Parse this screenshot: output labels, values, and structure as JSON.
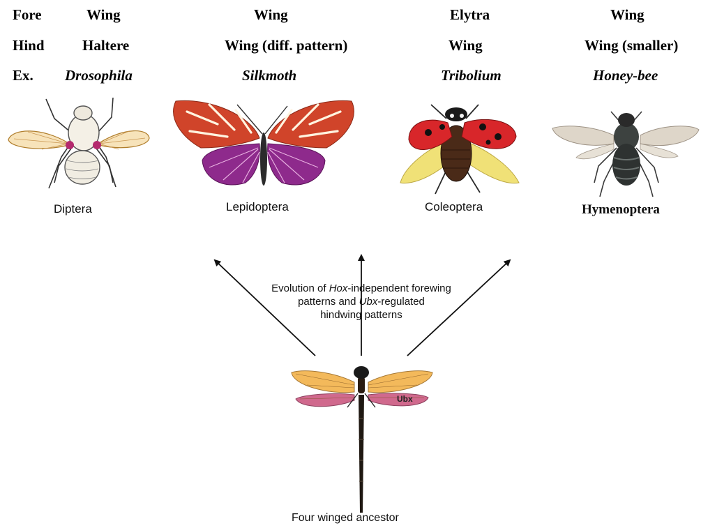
{
  "rows": [
    {
      "label": "Fore",
      "diptera": "Wing",
      "lepidoptera": "Wing",
      "coleoptera": "Elytra",
      "hymenoptera": "Wing"
    },
    {
      "label": "Hind",
      "diptera": "Haltere",
      "lepidoptera": "Wing (diff. pattern)",
      "coleoptera": "Wing",
      "hymenoptera": "Wing (smaller)"
    },
    {
      "label": "Ex.",
      "diptera": "Drosophila",
      "lepidoptera": "Silkmoth",
      "coleoptera": "Tribolium",
      "hymenoptera": "Honey-bee"
    }
  ],
  "orders": {
    "diptera": "Diptera",
    "lepidoptera": "Lepidoptera",
    "coleoptera": "Coleoptera",
    "hymenoptera": "Hymenoptera"
  },
  "caption": {
    "line1_pre": "Evolution of ",
    "line1_em": "Hox",
    "line1_post": "-independent forewing",
    "line2_pre": "patterns and ",
    "line2_em": "Ubx",
    "line2_post": "-regulated",
    "line3": "hindwing patterns"
  },
  "ancestor": {
    "gene_label": "Ubx",
    "label": "Four winged ancestor"
  },
  "colors": {
    "forewing_orange": "#f2b24a",
    "hindwing_pink": "#c8507a",
    "butterfly_red": "#d0442a",
    "butterfly_purple": "#8e2a8c",
    "ladybug_red": "#d8262a",
    "hind_yellow": "#f0e070"
  }
}
